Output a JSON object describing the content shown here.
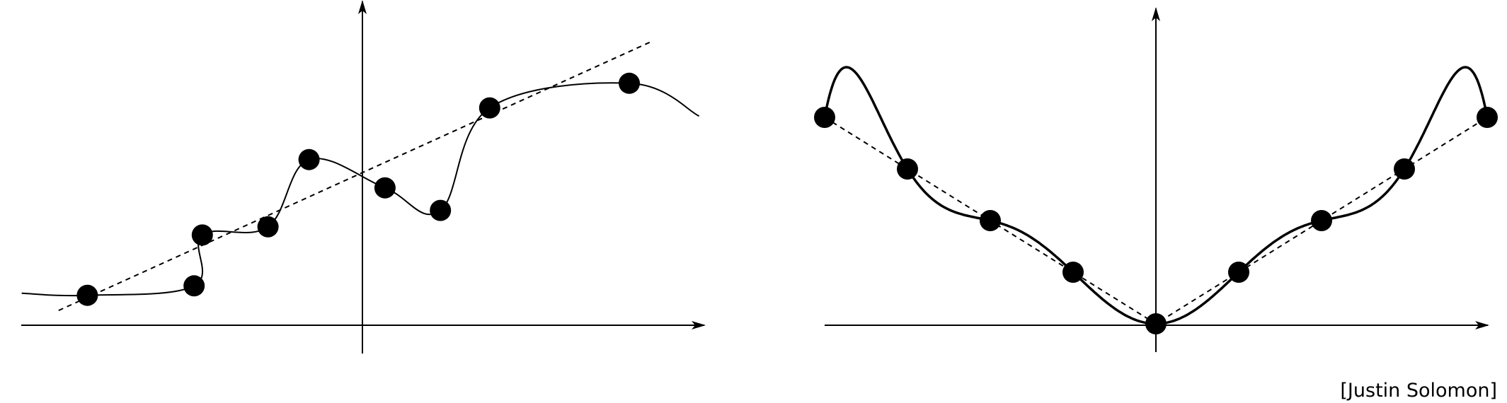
{
  "credit": "[Justin Solomon]",
  "colors": {
    "ink": "#000000",
    "background": "#ffffff"
  },
  "panels": [
    {
      "id": "left",
      "description_of_marks": "noisy samples, smooth interpolant and straight-line fit",
      "points": [
        [
          -6.7,
          0.73
        ],
        [
          -4.1,
          0.96
        ],
        [
          -3.9,
          2.2
        ],
        [
          -2.3,
          2.4
        ],
        [
          -1.3,
          4.04
        ],
        [
          0.55,
          3.35
        ],
        [
          1.9,
          2.8
        ],
        [
          3.1,
          5.3
        ],
        [
          6.5,
          5.9
        ]
      ],
      "fit_line": {
        "from": [
          -7.4,
          0.36
        ],
        "to": [
          7.0,
          6.9
        ]
      },
      "interpolant_domain": [
        -8.3,
        8.2
      ],
      "x_range": [
        -8.8,
        8.4
      ],
      "y_range": [
        -0.7,
        7.2
      ]
    },
    {
      "id": "right",
      "description_of_marks": "samples of |x| with high-degree polynomial interpolant and piecewise-linear interpolant",
      "points": [
        [
          -4,
          4
        ],
        [
          -3,
          3
        ],
        [
          -2,
          2
        ],
        [
          -1,
          1
        ],
        [
          0,
          0
        ],
        [
          1,
          1
        ],
        [
          2,
          2
        ],
        [
          3,
          3
        ],
        [
          4,
          4
        ]
      ],
      "x_range": [
        -4.05,
        4.05
      ],
      "y_range": [
        -0.5,
        6.2
      ]
    }
  ]
}
